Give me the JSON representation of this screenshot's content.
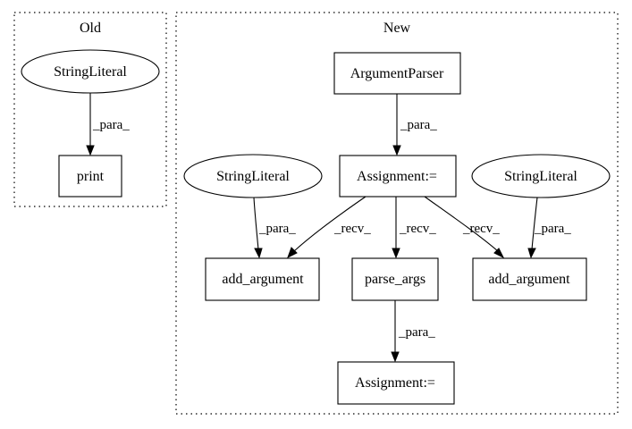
{
  "clusters": {
    "old": {
      "label": "Old"
    },
    "new": {
      "label": "New"
    }
  },
  "nodes": {
    "old_string_literal": "StringLiteral",
    "old_print": "print",
    "argument_parser": "ArgumentParser",
    "assignment_1": "Assignment:=",
    "string_literal_left": "StringLiteral",
    "string_literal_right": "StringLiteral",
    "add_argument_left": "add_argument",
    "parse_args": "parse_args",
    "add_argument_right": "add_argument",
    "assignment_2": "Assignment:="
  },
  "edges": {
    "old_para": "_para_",
    "argparser_para": "_para_",
    "sl_left_para": "_para_",
    "recv_left": "_recv_",
    "recv_mid": "_recv_",
    "recv_right": "_recv_",
    "sl_right_para": "_para_",
    "parse_para": "_para_"
  }
}
